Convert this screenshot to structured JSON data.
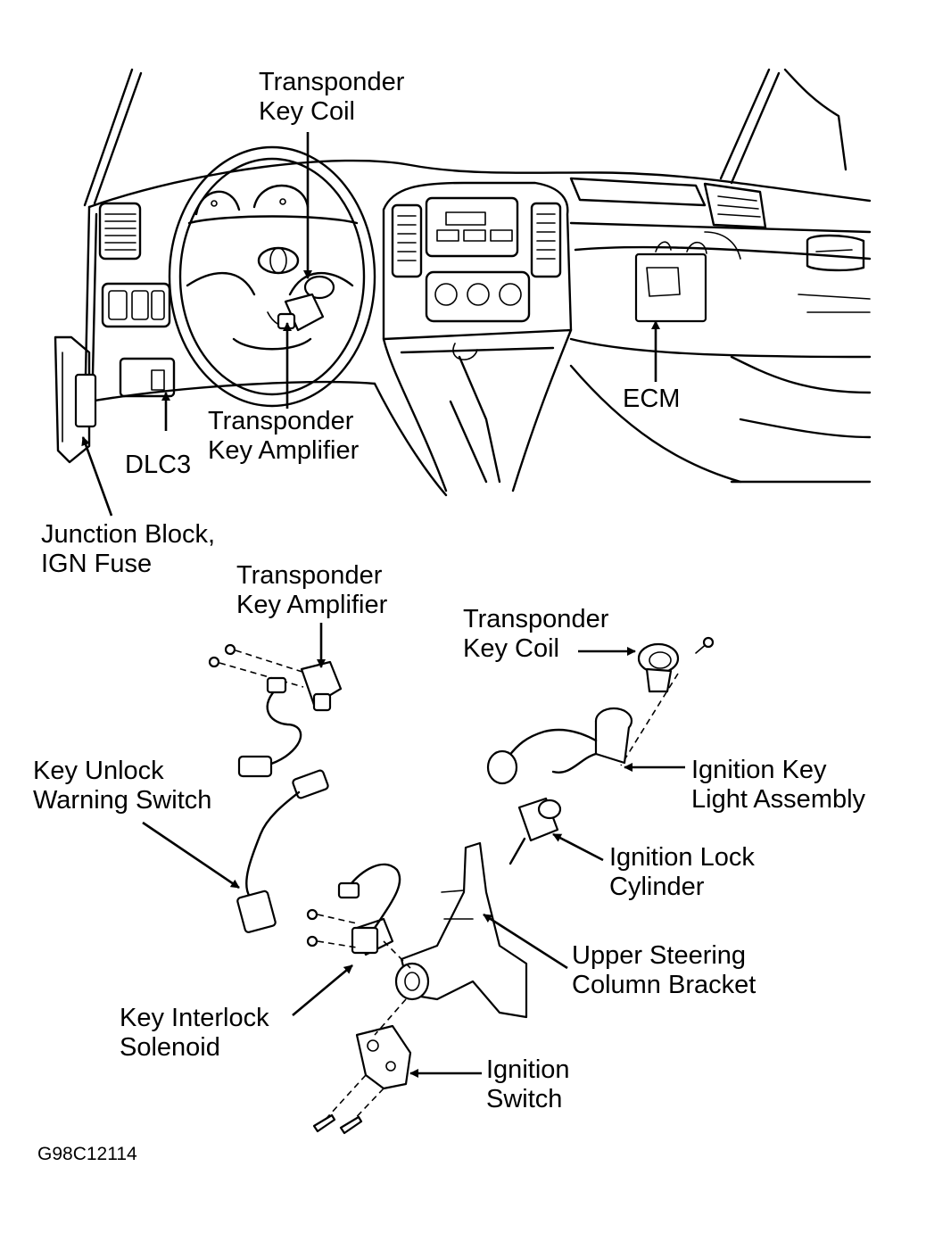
{
  "labels": {
    "transponder_key_coil_top": [
      "Transponder",
      "Key Coil"
    ],
    "transponder_key_amplifier_top": [
      "Transponder",
      "Key Amplifier"
    ],
    "dlc3": "DLC3",
    "ecm": "ECM",
    "junction_block": [
      "Junction Block,",
      "IGN Fuse"
    ],
    "transponder_key_amplifier_detail": [
      "Transponder",
      "Key Amplifier"
    ],
    "transponder_key_coil_detail": [
      "Transponder",
      "Key Coil"
    ],
    "key_unlock_warning_switch": [
      "Key Unlock",
      "Warning Switch"
    ],
    "ignition_key_light_assembly": [
      "Ignition Key",
      "Light Assembly"
    ],
    "ignition_lock_cylinder": [
      "Ignition Lock",
      "Cylinder"
    ],
    "upper_steering_column_bracket": [
      "Upper Steering",
      "Column Bracket"
    ],
    "key_interlock_solenoid": [
      "Key Interlock",
      "Solenoid"
    ],
    "ignition_switch": [
      "Ignition",
      "Switch"
    ]
  },
  "figure_code": "G98C12114"
}
